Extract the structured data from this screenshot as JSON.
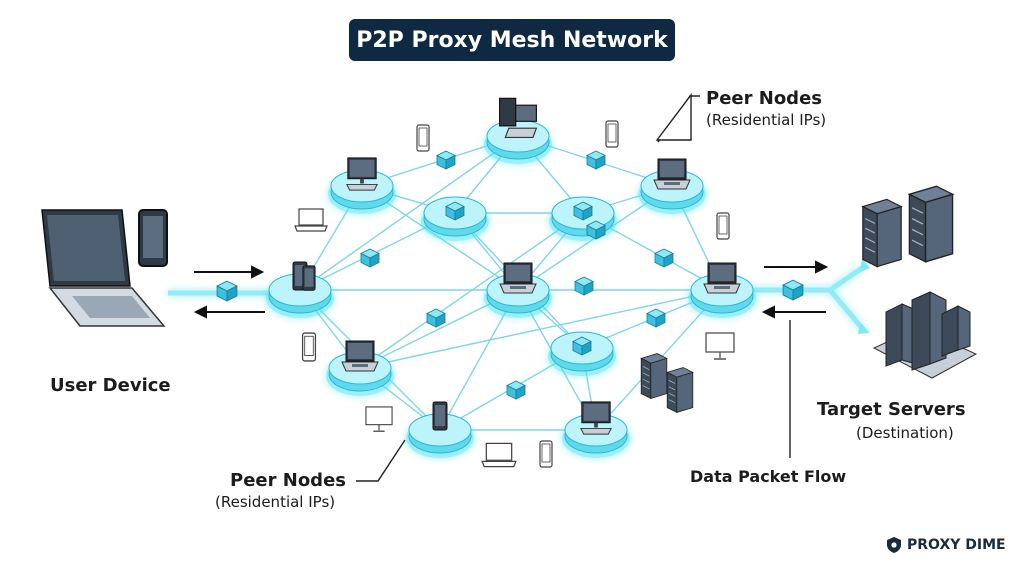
{
  "title": "P2P Proxy Mesh Network",
  "labels": {
    "user_device": "User Device",
    "target_servers": "Target Servers",
    "destination": "(Destination)",
    "peer_nodes_top": "Peer Nodes",
    "residential_top": "(Residential IPs)",
    "peer_nodes_bottom": "Peer Nodes",
    "residential_bottom": "(Residential IPs)",
    "data_packet_flow": "Data Packet Flow"
  },
  "brand": {
    "name": "PROXY DIME",
    "icon": "shield-icon"
  },
  "colors": {
    "title_bg": "#0f2942",
    "node_glow": "#4de3f5",
    "node_disc": "#bdf3fa",
    "cube": "#39c6e6",
    "link": "#7fd6e6",
    "device_dark": "#3b4654"
  },
  "nodes": [
    {
      "id": "n-top-left",
      "device": "monitor"
    },
    {
      "id": "n-top-center",
      "device": "desktop-tower"
    },
    {
      "id": "n-top-right",
      "device": "laptop"
    },
    {
      "id": "n-inner-left",
      "device": "cube"
    },
    {
      "id": "n-inner-right",
      "device": "cube"
    },
    {
      "id": "n-left",
      "device": "phones"
    },
    {
      "id": "n-center",
      "device": "laptop"
    },
    {
      "id": "n-right",
      "device": "laptop"
    },
    {
      "id": "n-lower-left",
      "device": "laptop"
    },
    {
      "id": "n-lower-center",
      "device": "cube"
    },
    {
      "id": "n-bottom-left",
      "device": "phone"
    },
    {
      "id": "n-bottom-right",
      "device": "monitor"
    }
  ]
}
